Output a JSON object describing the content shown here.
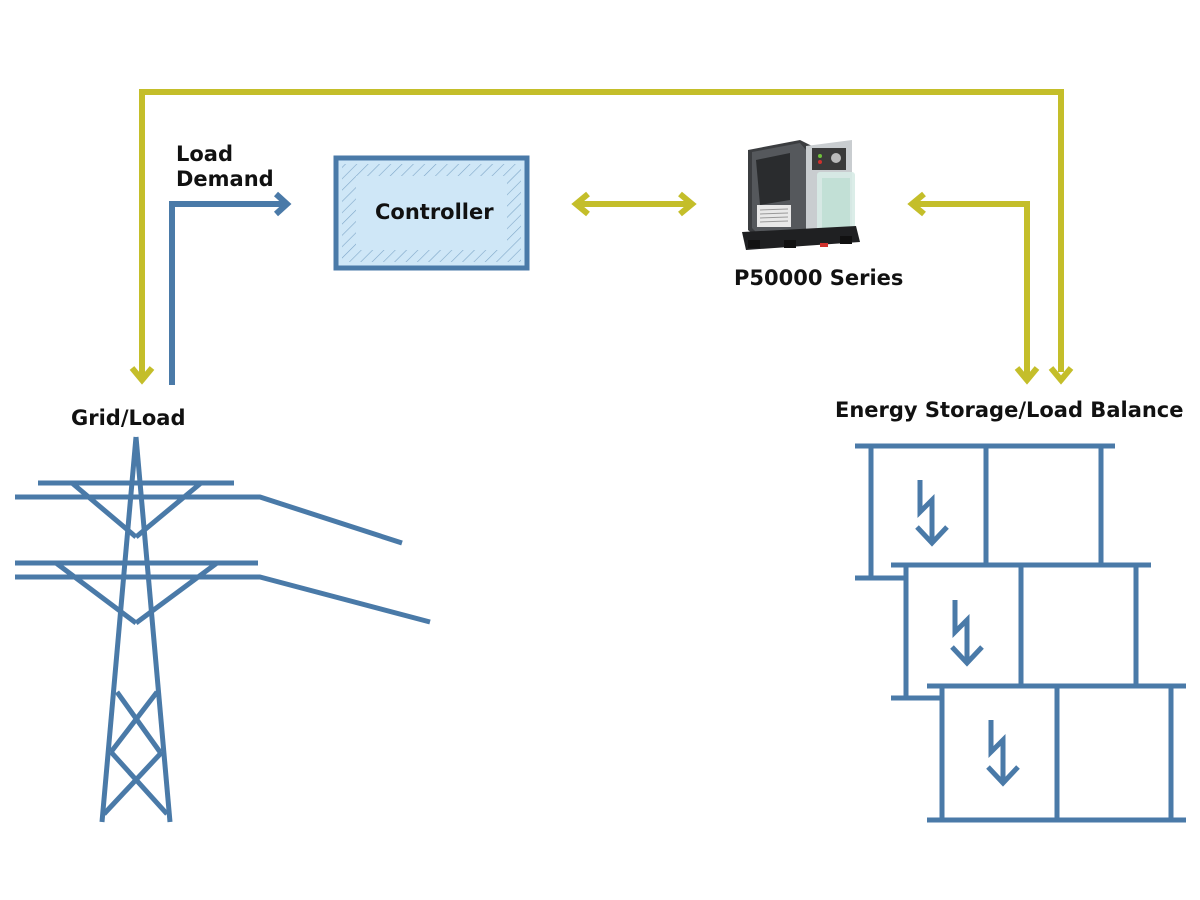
{
  "diagram": {
    "colors": {
      "blue": "#4a7aa8",
      "yellow": "#c4be2a",
      "controller_fill": "#cfe7f7",
      "text": "#111111"
    },
    "labels": {
      "load_demand_line1": "Load",
      "load_demand_line2": "Demand",
      "controller": "Controller",
      "device": "P50000 Series",
      "grid": "Grid/Load",
      "storage": "Energy Storage/Load Balance"
    },
    "nodes": [
      {
        "id": "grid",
        "label": "Grid/Load",
        "icon": "power-tower-icon"
      },
      {
        "id": "controller",
        "label": "Controller",
        "icon": "hatched-box"
      },
      {
        "id": "device",
        "label": "P50000 Series",
        "icon": "relay-device-image"
      },
      {
        "id": "storage",
        "label": "Energy Storage/Load Balance",
        "icon": "battery-stack-icon"
      }
    ],
    "connections": [
      {
        "from": "grid",
        "to": "controller",
        "label": "Load Demand",
        "color": "blue",
        "direction": "one-way"
      },
      {
        "from": "controller",
        "to": "device",
        "color": "yellow",
        "direction": "two-way"
      },
      {
        "from": "storage",
        "to": "device",
        "color": "yellow",
        "direction": "two-way"
      },
      {
        "from": "storage",
        "to": "grid",
        "color": "yellow",
        "direction": "one-way-both-ends-down"
      }
    ]
  }
}
